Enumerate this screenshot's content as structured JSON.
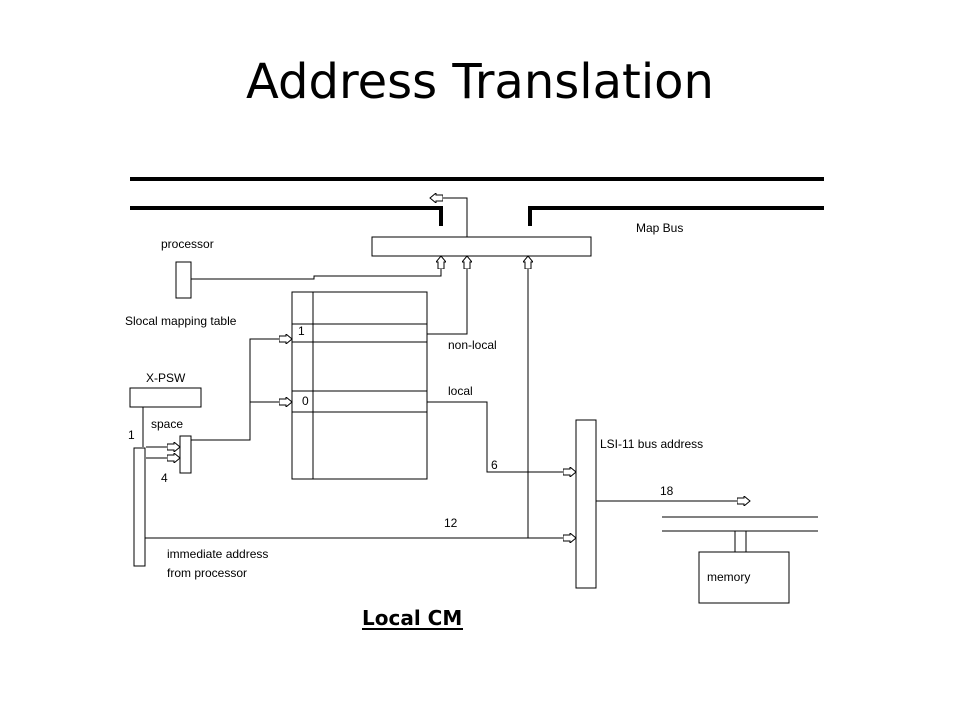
{
  "title": "Address Translation",
  "caption": "Local CM",
  "labels": {
    "map_bus": "Map Bus",
    "processor": "processor",
    "slocal_mapping_table": "Slocal mapping table",
    "x_psw": "X-PSW",
    "space": "space",
    "one_left": "1",
    "four": "4",
    "table_entry_1": "1",
    "table_entry_0": "0",
    "non_local": "non-local",
    "local": "local",
    "six": "6",
    "twelve": "12",
    "eighteen": "18",
    "lsi_bus_address": "LSI-11 bus address",
    "immediate_address_line1": "immediate address",
    "immediate_address_line2": "from processor",
    "memory": "memory"
  }
}
